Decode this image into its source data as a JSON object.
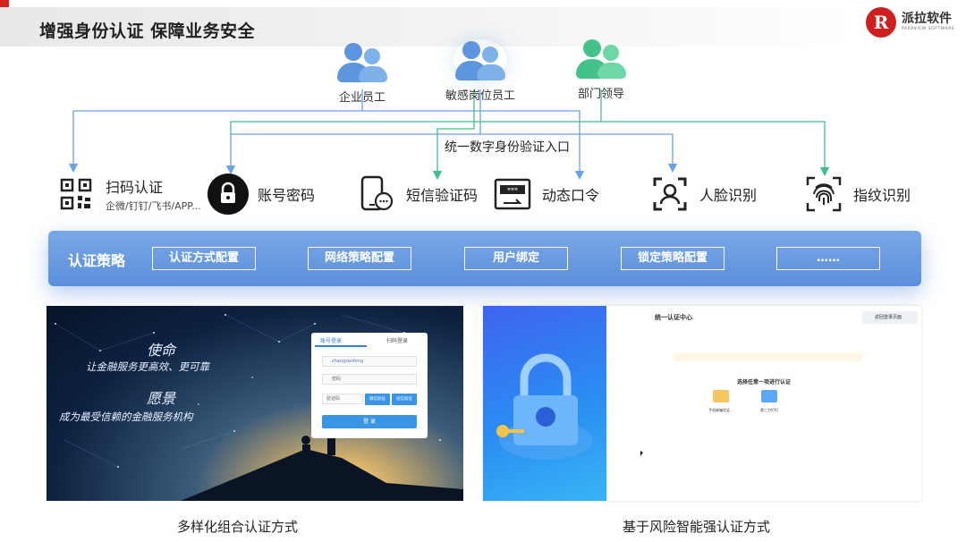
{
  "header": {
    "title": "增强身份认证 保障业务安全",
    "logo_name": "派拉软件",
    "logo_sub": "PARAVIEW SOFTWARE",
    "logo_mark": "R"
  },
  "users": [
    {
      "label": "企业员工",
      "icon": "user-group-icon",
      "color": "#5d95df"
    },
    {
      "label": "敏感岗位员工",
      "icon": "user-group-icon",
      "color": "#5d95df"
    },
    {
      "label": "部门领导",
      "icon": "user-group-icon",
      "color": "#43c389"
    }
  ],
  "unified_entry": "统一数字身份验证入口",
  "methods": [
    {
      "label": "扫码认证",
      "sub": "企微/钉钉/飞书/APP...",
      "icon": "qr-code-icon"
    },
    {
      "label": "账号密码",
      "icon": "lock-icon"
    },
    {
      "label": "短信验证码",
      "icon": "sms-icon"
    },
    {
      "label": "动态口令",
      "icon": "otp-token-icon"
    },
    {
      "label": "人脸识别",
      "icon": "face-scan-icon"
    },
    {
      "label": "指纹识别",
      "icon": "fingerprint-icon"
    }
  ],
  "strategy": {
    "label": "认证策略",
    "buttons": [
      "认证方式配置",
      "网络策略配置",
      "用户绑定",
      "锁定策略配置",
      "……"
    ]
  },
  "captions": {
    "left": "多样化组合认证方式",
    "right": "基于风险智能强认证方式"
  },
  "left_shot": {
    "mission_title": "使命",
    "mission_text": "让金融服务更高效、更可靠",
    "vision_title": "愿景",
    "vision_text": "成为最受信赖的金融服务机构",
    "tab_account": "账号登录",
    "tab_qr": "扫码登录",
    "username": "zhangsanfeng",
    "password_placeholder": "密码",
    "code_placeholder": "验证码",
    "wechat_btn": "微信验证",
    "sms_btn": "短信验证",
    "login_btn": "登 录"
  },
  "right_shot": {
    "title": "统一认证中心",
    "back": "返回登录页面",
    "choose": "选择任意一项进行认证",
    "options": [
      "手机邮箱验证...",
      "第三方钉钉"
    ]
  },
  "colors": {
    "accent_blue": "#5b8fdb",
    "line_blue": "#6aa2e8",
    "line_green": "#3fbf8f",
    "brand_red": "#d01f1f"
  }
}
